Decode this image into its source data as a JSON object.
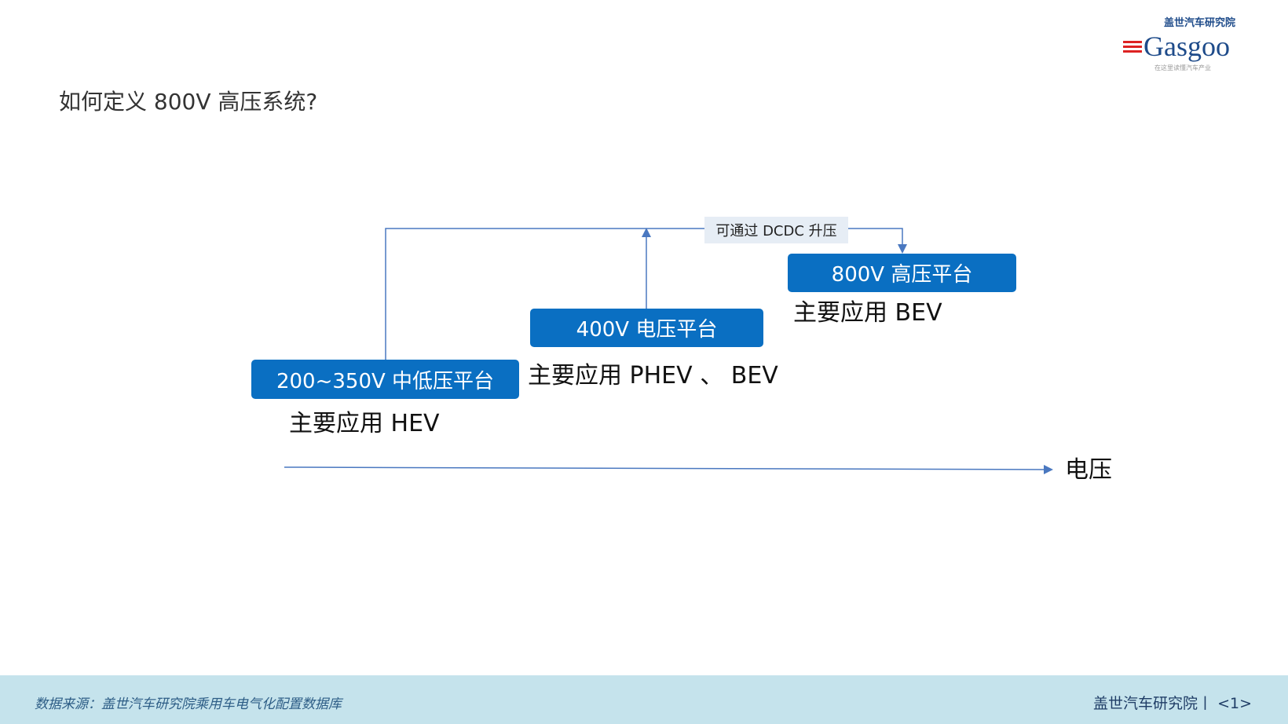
{
  "title": "如何定义 800V 高压系统?",
  "logo": {
    "brand_cn": "盖世汽车研究院",
    "brand_en": "Gasgoo",
    "slogan": "在这里读懂汽车产业"
  },
  "diagram": {
    "connector_label": "可通过 DCDC 升压",
    "axis_label": "电压",
    "platforms": [
      {
        "label": "200~350V 中低压平台",
        "application": "主要应用 HEV"
      },
      {
        "label": "400V 电压平台",
        "application": "主要应用 PHEV 、 BEV"
      },
      {
        "label": "800V 高压平台",
        "application": "主要应用 BEV"
      }
    ],
    "accent_color": "#0a6fc2",
    "line_color": "#4a78c0"
  },
  "footer": {
    "source": "数据来源：盖世汽车研究院乘用车电气化配置数据库",
    "brand": "盖世汽车研究院丨 <1>"
  }
}
